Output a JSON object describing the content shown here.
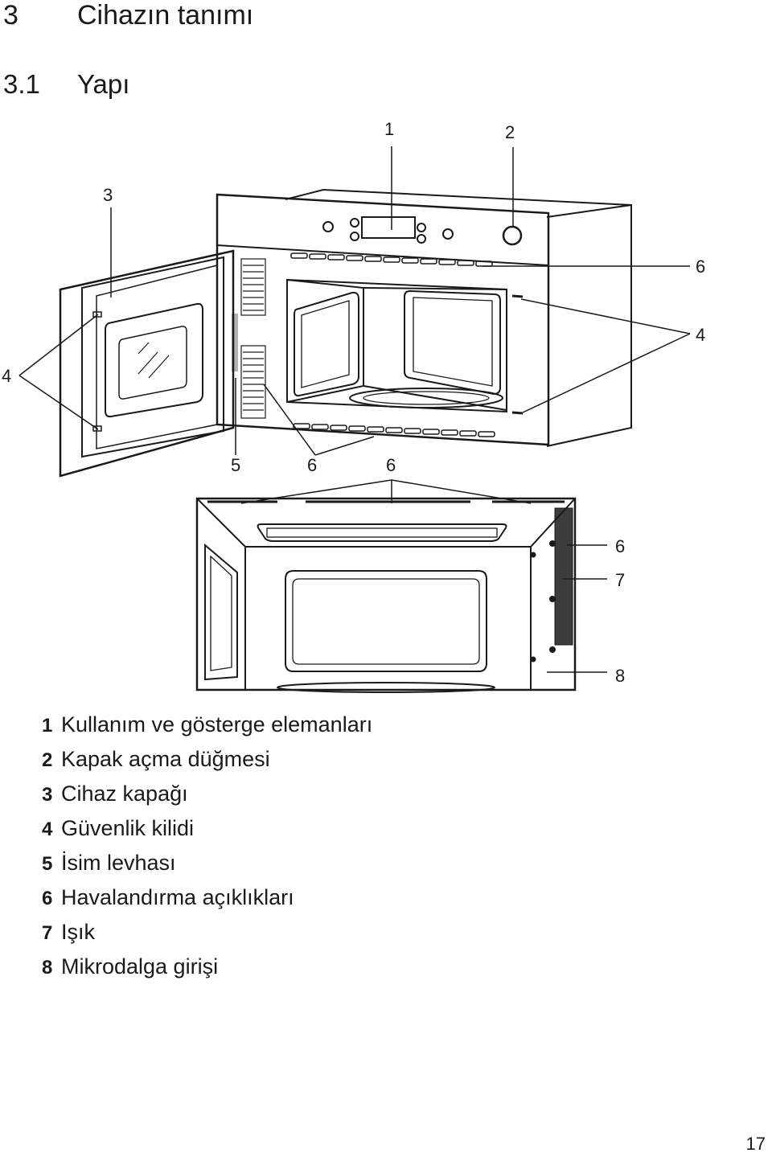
{
  "chapter": {
    "number": "3",
    "title": "Cihazın tanımı"
  },
  "section": {
    "number": "3.1",
    "title": "Yapı"
  },
  "callouts": {
    "c1": "1",
    "c2": "2",
    "c3": "3",
    "c4_left": "4",
    "c4_right": "4",
    "c5": "5",
    "c6_top": "6",
    "c6_bottom_a": "6",
    "c6_bottom_b": "6",
    "c6_lower": "6",
    "c7": "7",
    "c8": "8"
  },
  "legend": [
    {
      "n": "1",
      "text": "Kullanım ve gösterge elemanları"
    },
    {
      "n": "2",
      "text": "Kapak açma düğmesi"
    },
    {
      "n": "3",
      "text": "Cihaz kapağı"
    },
    {
      "n": "4",
      "text": "Güvenlik kilidi"
    },
    {
      "n": "5",
      "text": "İsim levhası"
    },
    {
      "n": "6",
      "text": "Havalandırma açıklıkları"
    },
    {
      "n": "7",
      "text": "Işık"
    },
    {
      "n": "8",
      "text": "Mikrodalga girişi"
    }
  ],
  "page_number": "17"
}
